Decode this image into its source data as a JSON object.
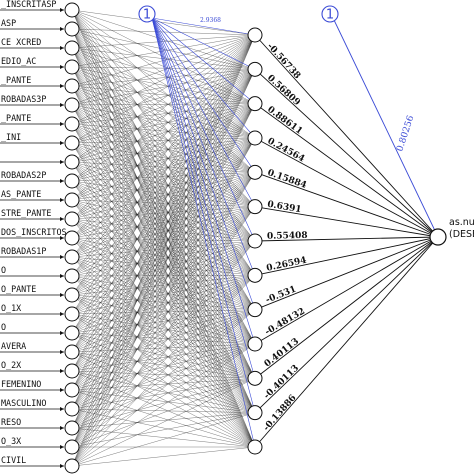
{
  "input_nodes": [
    "_INSCRITASP",
    "ASP",
    "CE XCRED",
    "EDIO_AC",
    "_PANTE",
    "ROBADAS3P",
    "_PANTE",
    "_INI",
    "",
    "ROBADAS2P",
    "AS_PANTE",
    "STRE_PANTE",
    "DOS_INSCRITOS",
    "ROBADAS1P",
    "O",
    "O_PANTE",
    "O_1X",
    "O",
    "AVERA",
    "O_2X",
    "FEMENINO",
    "MASCULINO",
    "RESO",
    "O_3X",
    "CIVIL"
  ],
  "hidden_weights": [
    "-0.56738",
    "0.56809",
    "0.88611",
    "0.24564",
    "0.15884",
    "0.6391",
    "0.55408",
    "0.26594",
    "-0.531",
    "-0.48132",
    "0.40113",
    "-0.40113",
    "-0.13886"
  ],
  "bias": {
    "left_label": "1",
    "right_label": "1",
    "mid_weight": "2.9368",
    "output_bias_weight": "0.80256"
  },
  "output": {
    "line1": "as.nu",
    "line2": "(DESE"
  },
  "colors": {
    "edges": "#222222",
    "bias": "#3b4bd6",
    "node_fill": "#ffffff",
    "node_stroke": "#111111"
  }
}
